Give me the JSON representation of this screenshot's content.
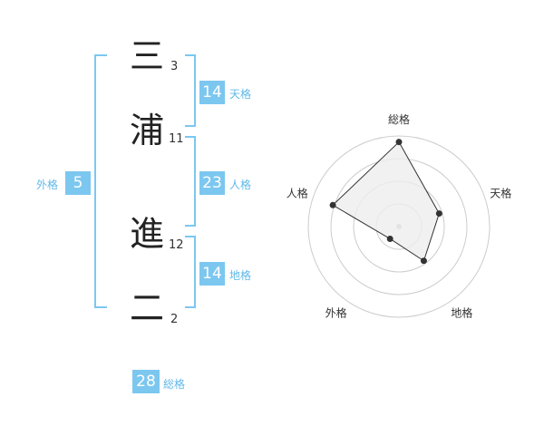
{
  "name": {
    "chars": [
      {
        "char": "三",
        "strokes": "3"
      },
      {
        "char": "浦",
        "strokes": "11"
      },
      {
        "char": "進",
        "strokes": "12"
      },
      {
        "char": "二",
        "strokes": "2"
      }
    ]
  },
  "fortunes": {
    "tenkaku": {
      "label": "天格",
      "value": "14"
    },
    "jinkaku": {
      "label": "人格",
      "value": "23"
    },
    "chikaku": {
      "label": "地格",
      "value": "14"
    },
    "gaikaku": {
      "label": "外格",
      "value": "5"
    },
    "soukaku": {
      "label": "総格",
      "value": "28"
    }
  },
  "chart_data": {
    "type": "radar",
    "axes": [
      "総格",
      "天格",
      "地格",
      "外格",
      "人格"
    ],
    "values": [
      28,
      14,
      14,
      5,
      23
    ],
    "grid_levels": 4,
    "colors": {
      "fill": "#eeeeee",
      "stroke": "#333333",
      "grid": "#cccccc",
      "center": "#bbbbbb"
    }
  },
  "colors": {
    "accent": "#7cc7f0",
    "accent_text": "#60b8e8"
  }
}
